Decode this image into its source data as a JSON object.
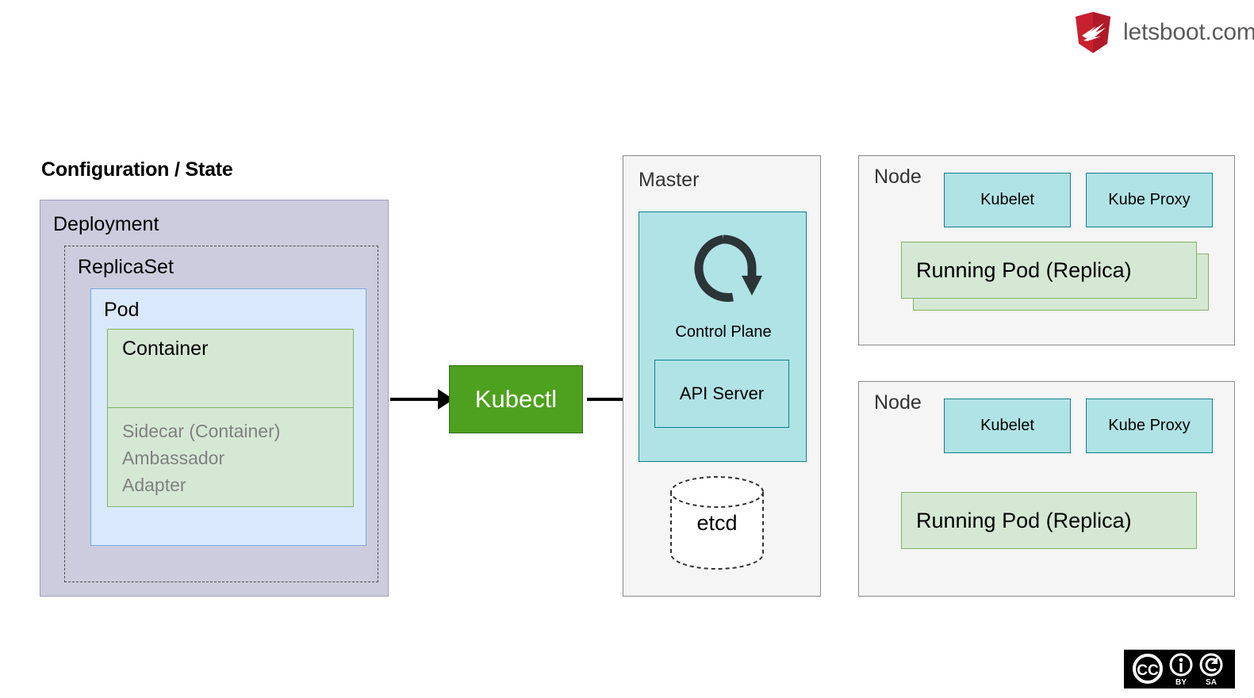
{
  "brand": {
    "name": "letsboot.com",
    "logo_icon": "letsboot-shield-logo",
    "logo_color": "#c8202f"
  },
  "left_section": {
    "title": "Configuration / State",
    "deployment": {
      "label": "Deployment",
      "fill": "#ccccde",
      "replicaset": {
        "label": "ReplicaSet",
        "border_style": "dashed",
        "pod": {
          "label": "Pod",
          "fill": "#dae8fc",
          "container": {
            "label": "Container",
            "fill": "#d5e8d4"
          },
          "sidecar": {
            "lines": [
              "Sidecar (Container)",
              "Ambassador",
              "Adapter"
            ],
            "fill": "#d5e8d4",
            "text_color": "#808080"
          }
        }
      }
    }
  },
  "kubectl": {
    "label": "Kubectl",
    "fill": "#4ea11e",
    "text_color": "#ffffff"
  },
  "arrows": [
    {
      "name": "deployment-to-kubectl",
      "from": "Deployment",
      "to": "Kubectl"
    },
    {
      "name": "kubectl-to-api-server",
      "from": "Kubectl",
      "to": "API Server"
    }
  ],
  "master": {
    "label": "Master",
    "fill": "#f5f5f5",
    "control_plane": {
      "label": "Control Plane",
      "icon": "circular-loop-arrow-icon",
      "fill": "#b0e3e6"
    },
    "api_server": {
      "label": "API Server",
      "fill": "#b0e3e6"
    },
    "etcd": {
      "label": "etcd",
      "shape": "cylinder",
      "border_style": "dashed"
    }
  },
  "nodes": [
    {
      "label": "Node",
      "kubelet": "Kubelet",
      "kube_proxy": "Kube Proxy",
      "pods": [
        "Running Pod (Replica)",
        "Running Pod (Replica)"
      ],
      "pod_visible_label": "Running Pod (Replica)",
      "stacked": true
    },
    {
      "label": "Node",
      "kubelet": "Kubelet",
      "kube_proxy": "Kube Proxy",
      "pods": [
        "Running Pod (Replica)"
      ],
      "pod_visible_label": "Running Pod (Replica)",
      "stacked": false
    }
  ],
  "license": {
    "badge": "cc-by-sa-badge",
    "cc": "CC",
    "by": "BY",
    "sa": "SA"
  }
}
